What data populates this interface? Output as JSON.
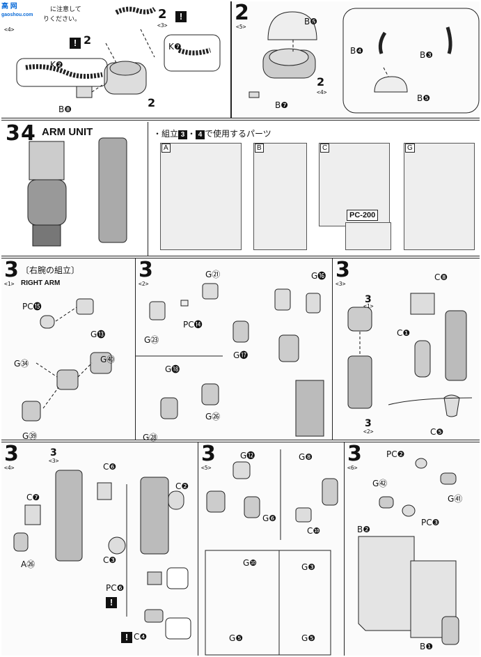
{
  "header": {
    "watermark": "高 网",
    "watermark_sub": "gaoshou.com",
    "note_line1": "に注意して",
    "note_line2": "りください。",
    "step_label": "<4>"
  },
  "panels": {
    "p1": {
      "step": "2",
      "sub": "<3>",
      "labels": [
        "K❷",
        "K❼",
        "B❽"
      ],
      "steps_on": [
        "2",
        "2"
      ]
    },
    "p2": {
      "step": "2",
      "sub": "<5>",
      "labels": [
        "B❻",
        "B❹",
        "B❸",
        "B❼",
        "B❺"
      ],
      "substep": "<4>"
    },
    "arm": {
      "title": "ARM UNIT",
      "step_a": "3",
      "step_b": "4",
      "parts_note_prefix": "・組立",
      "parts_note_mid": "・",
      "parts_note_suffix": "で使用するパーツ",
      "runners": [
        "A",
        "B",
        "C",
        "G"
      ],
      "pc": "PC-200"
    },
    "s3_1": {
      "step": "3",
      "sub": "<1>",
      "title": "〔右腕の組立〕",
      "subtitle": "RIGHT ARM",
      "labels": [
        "PC⓯",
        "G⓭",
        "G㉞",
        "G㊵",
        "G㊴"
      ]
    },
    "s3_2": {
      "step": "3",
      "sub": "<2>",
      "labels": [
        "G㉑",
        "G⓰",
        "PC⓮",
        "G㉓",
        "G⓱",
        "G⓲",
        "G㉖",
        "G㉘"
      ]
    },
    "s3_3": {
      "step": "3",
      "sub": "<3>",
      "labels": [
        "C❽",
        "C❶",
        "C❺"
      ],
      "refs": [
        "3",
        "<1>",
        "3",
        "<2>"
      ]
    },
    "s3_4": {
      "step": "3",
      "sub": "<4>",
      "labels": [
        "C❻",
        "C❼",
        "A㉖",
        "C❷",
        "C❸",
        "PC❻",
        "C❹"
      ],
      "refs": [
        "3",
        "<3>"
      ]
    },
    "s3_5": {
      "step": "3",
      "sub": "<5>",
      "labels": [
        "G⓬",
        "G❻",
        "G❽",
        "C❿",
        "G❿",
        "G❸",
        "G❺",
        "G❺"
      ]
    },
    "s3_6": {
      "step": "3",
      "sub": "<6>",
      "labels": [
        "PC❷",
        "G㊷",
        "G㊶",
        "PC❸",
        "B❷",
        "B❶"
      ]
    }
  },
  "icons": [
    "exclamation-icon",
    "assembly-arrow-icon"
  ]
}
